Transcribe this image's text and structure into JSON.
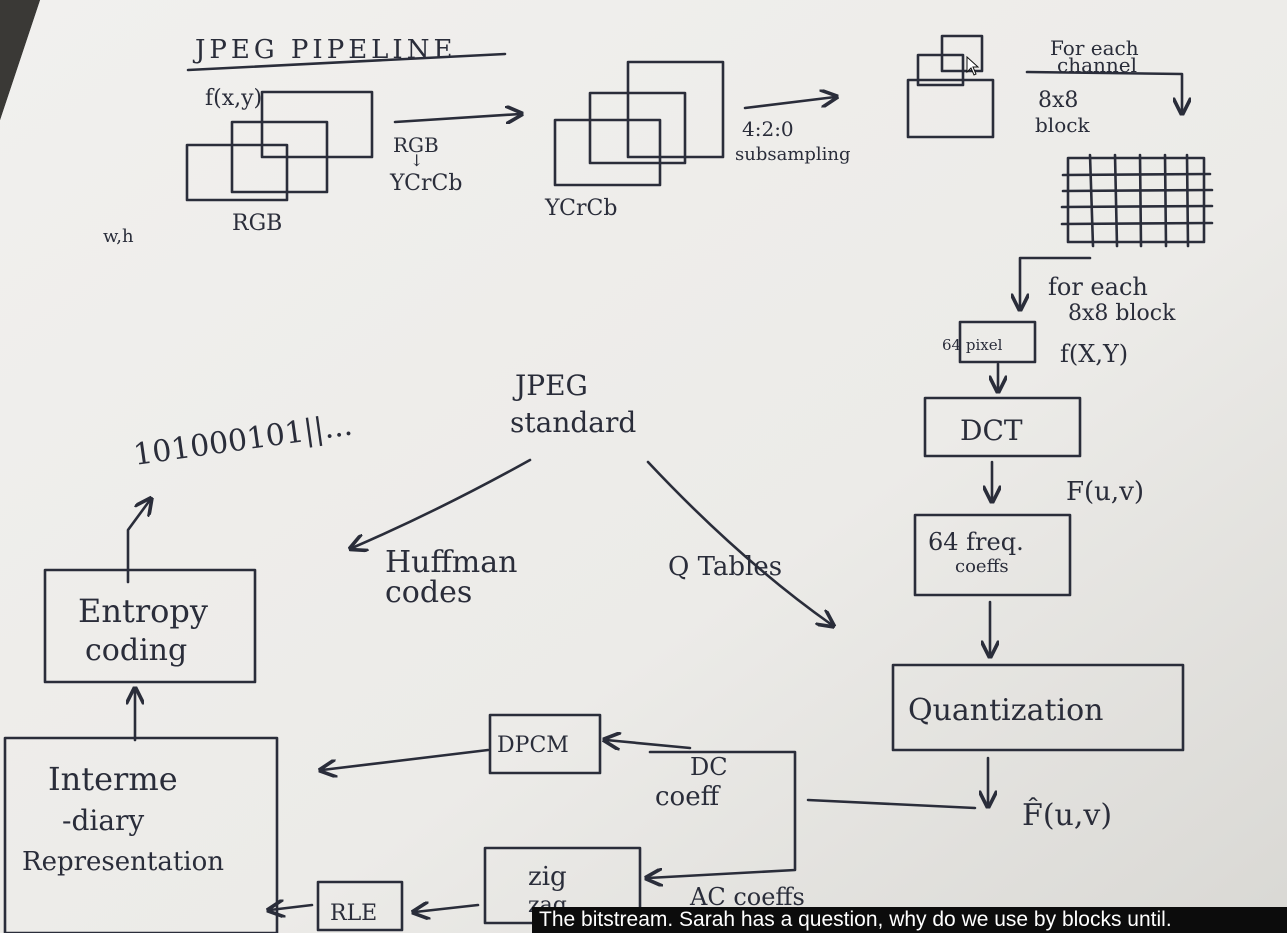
{
  "diagram": {
    "title": "JPEG PIPELINE",
    "fxy_label": "f(x,y)",
    "rgb_label": "RGB",
    "wh_label": "w,h",
    "conv_label_1": "RGB",
    "conv_label_2": "YCrCb",
    "ycrcb_label": "YCrCb",
    "subsampling_ratio": "4:2:0",
    "subsampling_word": "subsampling",
    "for_each_channel_1": "For each",
    "for_each_channel_2": "channel",
    "block_8x8_1": "8x8",
    "block_8x8_2": "block",
    "for_each_block_1": "for each",
    "for_each_block_2": "8x8 block",
    "pixel_box": "64 pixel",
    "fXY": "f(X,Y)",
    "dct": "DCT",
    "Fuv": "F(u,v)",
    "freq_1": "64 freq.",
    "freq_2": "coeffs",
    "quantization": "Quantization",
    "Fhat": "F̂(u,v)",
    "dc_1": "DC",
    "dc_2": "coeff",
    "dpcm": "DPCM",
    "zig_1": "zig",
    "zig_2": "zag",
    "ac_coeffs": "AC coeffs",
    "rle": "RLE",
    "inter_1": "Interme",
    "inter_2": "-diary",
    "inter_3": "Representation",
    "entropy_1": "Entropy",
    "entropy_2": "coding",
    "bitstream": "101000101||...",
    "std_1": "JPEG",
    "std_2": "standard",
    "huffman_1": "Huffman",
    "huffman_2": "codes",
    "q_tables": "Q Tables"
  },
  "caption": "The bitstream. Sarah has a question, why do we use by blocks until."
}
